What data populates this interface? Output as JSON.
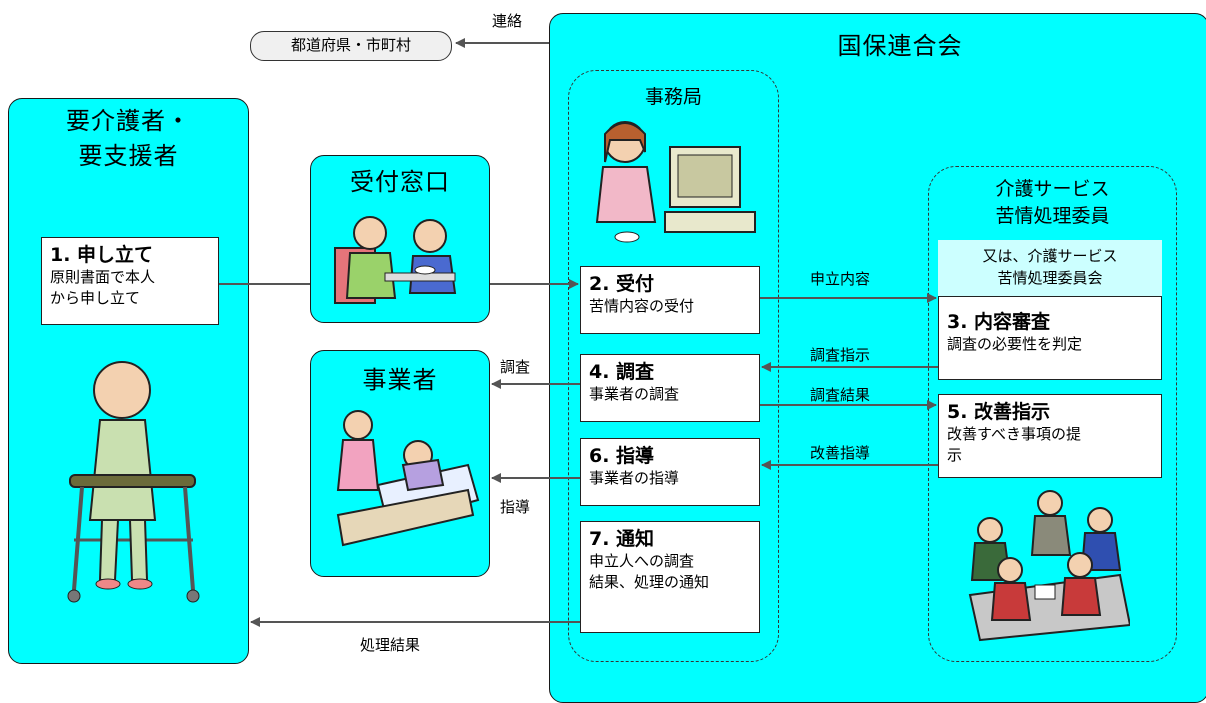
{
  "top_label": {
    "renraku": "連絡",
    "prefecture": "都道府県・市町村"
  },
  "kokuho": {
    "title": "国保連合会"
  },
  "jimukyoku": {
    "title": "事務局"
  },
  "applicant": {
    "title_line1": "要介護者・",
    "title_line2": "要支援者"
  },
  "reception": {
    "title": "受付窓口"
  },
  "provider": {
    "title": "事業者"
  },
  "committee": {
    "title_line1": "介護サービス",
    "title_line2": "苦情処理委員",
    "alt_line1": "又は、介護サービス",
    "alt_line2": "苦情処理委員会"
  },
  "steps": {
    "s1": {
      "title": "1. 申し立て",
      "desc1": "原則書面で本人",
      "desc2": "から申し立て"
    },
    "s2": {
      "title": "2. 受付",
      "desc": "苦情内容の受付"
    },
    "s3": {
      "title": "3. 内容審査",
      "desc": "調査の必要性を判定"
    },
    "s4": {
      "title": "4. 調査",
      "desc": "事業者の調査"
    },
    "s5": {
      "title": "5. 改善指示",
      "desc1": "改善すべき事項の提",
      "desc2": "示"
    },
    "s6": {
      "title": "6. 指導",
      "desc": "事業者の指導"
    },
    "s7": {
      "title": "7. 通知",
      "desc1": "申立人への調査",
      "desc2": "結果、処理の通知"
    }
  },
  "arrows": {
    "moushitate_naiyou": "申立内容",
    "chousa_shiji": "調査指示",
    "chousa_kekka": "調査結果",
    "kaizen_shidou": "改善指導",
    "chousa": "調査",
    "shidou": "指導",
    "shori_kekka": "処理結果"
  }
}
